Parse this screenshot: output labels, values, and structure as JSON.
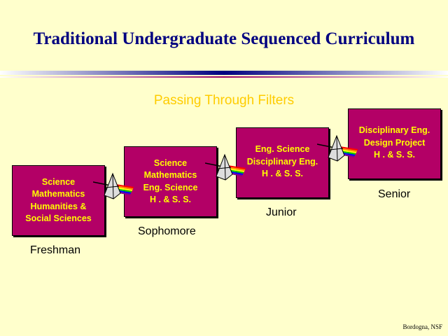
{
  "title": "Traditional Undergraduate Sequenced Curriculum",
  "subtitle": "Passing Through Filters",
  "stages": [
    {
      "label": "Freshman",
      "lines": [
        "Science",
        "Mathematics",
        "Humanities &",
        "Social Sciences"
      ]
    },
    {
      "label": "Sophomore",
      "lines": [
        "Science",
        "Mathematics",
        "Eng. Science",
        "H . & S. S."
      ]
    },
    {
      "label": "Junior",
      "lines": [
        "Eng. Science",
        "Disciplinary Eng.",
        "H . & S. S."
      ]
    },
    {
      "label": "Senior",
      "lines": [
        "Disciplinary Eng.",
        "Design Project",
        "H . & S. S."
      ]
    }
  ],
  "credit": "Bordogna, NSF",
  "colors": {
    "title": "#000080",
    "box": "#b30066",
    "box_text": "#ffff00",
    "subtitle": "#ffcc00",
    "background": "#ffffcc"
  }
}
